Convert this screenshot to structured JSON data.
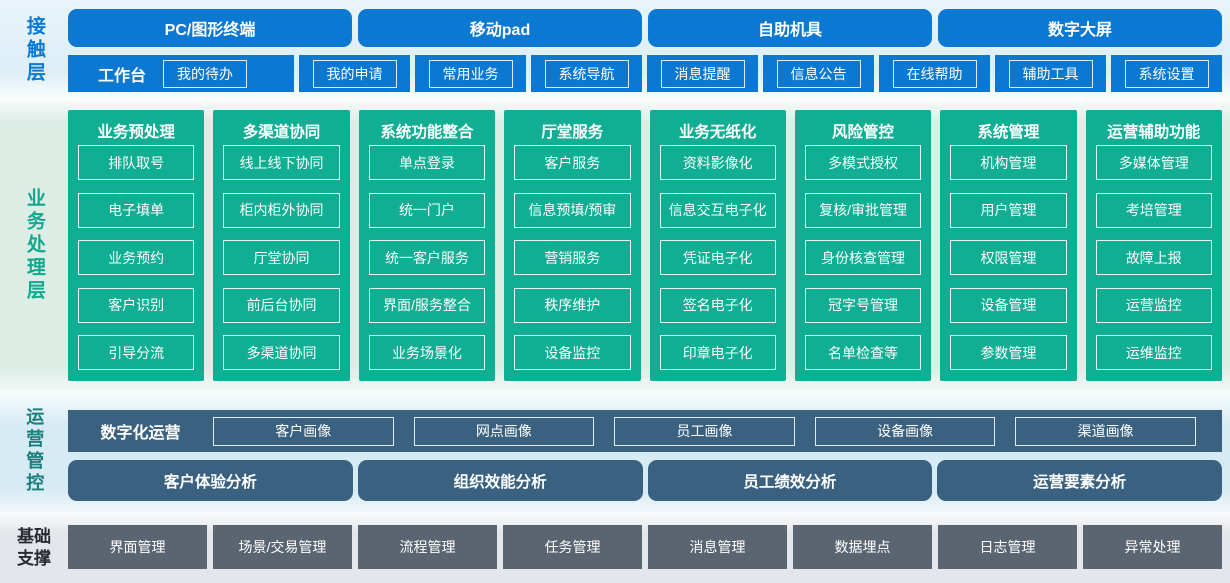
{
  "colors": {
    "accent_blue": "#0b79d2",
    "accent_green": "#10ae92",
    "accent_slate": "#3a6280",
    "accent_gray": "#5b6571",
    "band_contact_bg": "#ddeef7",
    "band_business_bg": "#dcede6",
    "band_ops_bg": "#d7ebf4",
    "band_base_bg": "#e3e6ea"
  },
  "contact_layer": {
    "label": "接触层",
    "channels": [
      "PC/图形终端",
      "移动pad",
      "自助机具",
      "数字大屏"
    ],
    "workbench": {
      "label": "工作台",
      "items": [
        "我的待办",
        "我的申请",
        "常用业务",
        "系统导航",
        "消息提醒",
        "信息公告",
        "在线帮助",
        "辅助工具",
        "系统设置"
      ]
    }
  },
  "business_layer": {
    "label": "业务处理层",
    "columns": [
      {
        "title": "业务预处理",
        "items": [
          "排队取号",
          "电子填单",
          "业务预约",
          "客户识别",
          "引导分流"
        ]
      },
      {
        "title": "多渠道协同",
        "items": [
          "线上线下协同",
          "柜内柜外协同",
          "厅堂协同",
          "前后台协同",
          "多渠道协同"
        ]
      },
      {
        "title": "系统功能整合",
        "items": [
          "单点登录",
          "统一门户",
          "统一客户服务",
          "界面/服务整合",
          "业务场景化"
        ]
      },
      {
        "title": "厅堂服务",
        "items": [
          "客户服务",
          "信息预填/预审",
          "营销服务",
          "秩序维护",
          "设备监控"
        ]
      },
      {
        "title": "业务无纸化",
        "items": [
          "资料影像化",
          "信息交互电子化",
          "凭证电子化",
          "签名电子化",
          "印章电子化"
        ]
      },
      {
        "title": "风险管控",
        "items": [
          "多模式授权",
          "复核/审批管理",
          "身份核查管理",
          "冠字号管理",
          "名单检查等"
        ]
      },
      {
        "title": "系统管理",
        "items": [
          "机构管理",
          "用户管理",
          "权限管理",
          "设备管理",
          "参数管理"
        ]
      },
      {
        "title": "运营辅助功能",
        "items": [
          "多媒体管理",
          "考培管理",
          "故障上报",
          "运营监控",
          "运维监控"
        ]
      }
    ]
  },
  "ops_layer": {
    "label": "运营管控",
    "digital_ops": {
      "label": "数字化运营",
      "items": [
        "客户画像",
        "网点画像",
        "员工画像",
        "设备画像",
        "渠道画像"
      ]
    },
    "analysis": [
      "客户体验分析",
      "组织效能分析",
      "员工绩效分析",
      "运营要素分析"
    ]
  },
  "base_layer": {
    "label": "基础支撑",
    "items": [
      "界面管理",
      "场景/交易管理",
      "流程管理",
      "任务管理",
      "消息管理",
      "数据埋点",
      "日志管理",
      "异常处理"
    ]
  }
}
